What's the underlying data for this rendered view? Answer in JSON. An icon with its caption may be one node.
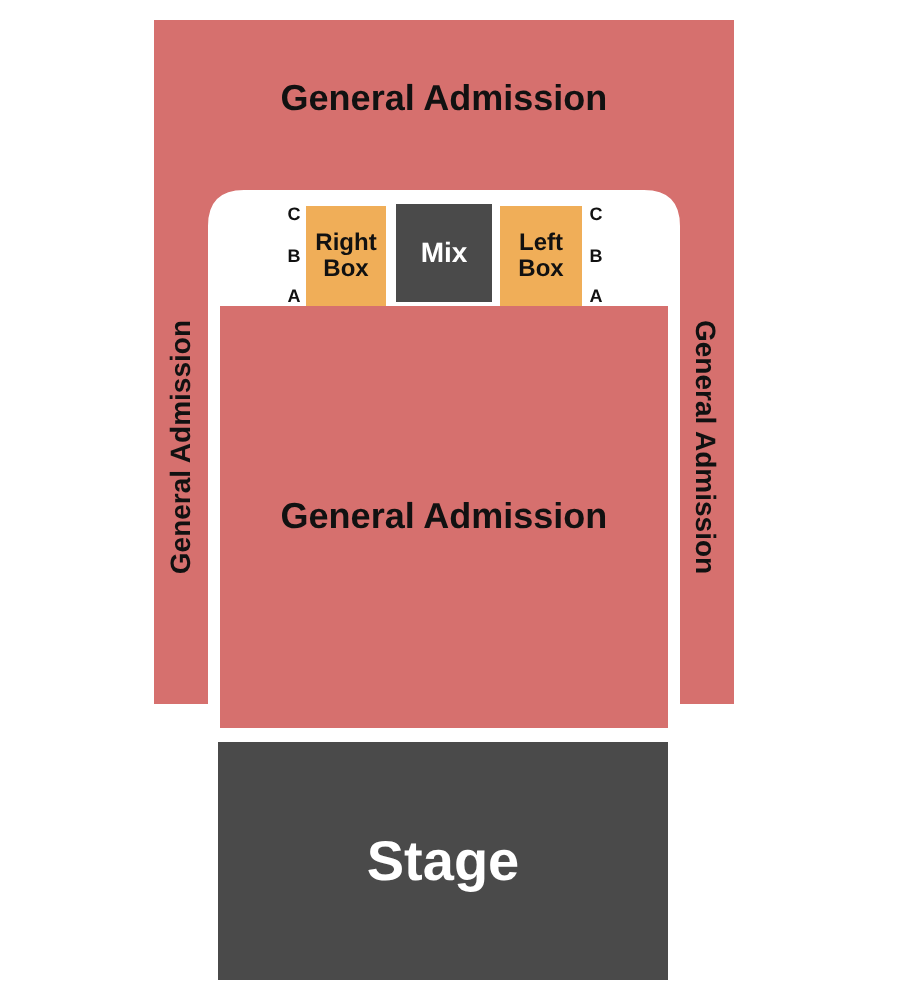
{
  "diagram": {
    "nodes": [
      {
        "text": [
          "General Admission",
          "General Admission",
          "General Admission"
        ]
      },
      {
        "text": [
          "Right Box"
        ]
      },
      {
        "text": [
          "Mix"
        ]
      },
      {
        "text": [
          "Left Box"
        ]
      },
      {
        "text": [
          "General Admission"
        ]
      },
      {
        "text": [
          "Stage"
        ]
      }
    ],
    "labels": [
      "C",
      "B",
      "A",
      "C",
      "B",
      "A"
    ]
  }
}
